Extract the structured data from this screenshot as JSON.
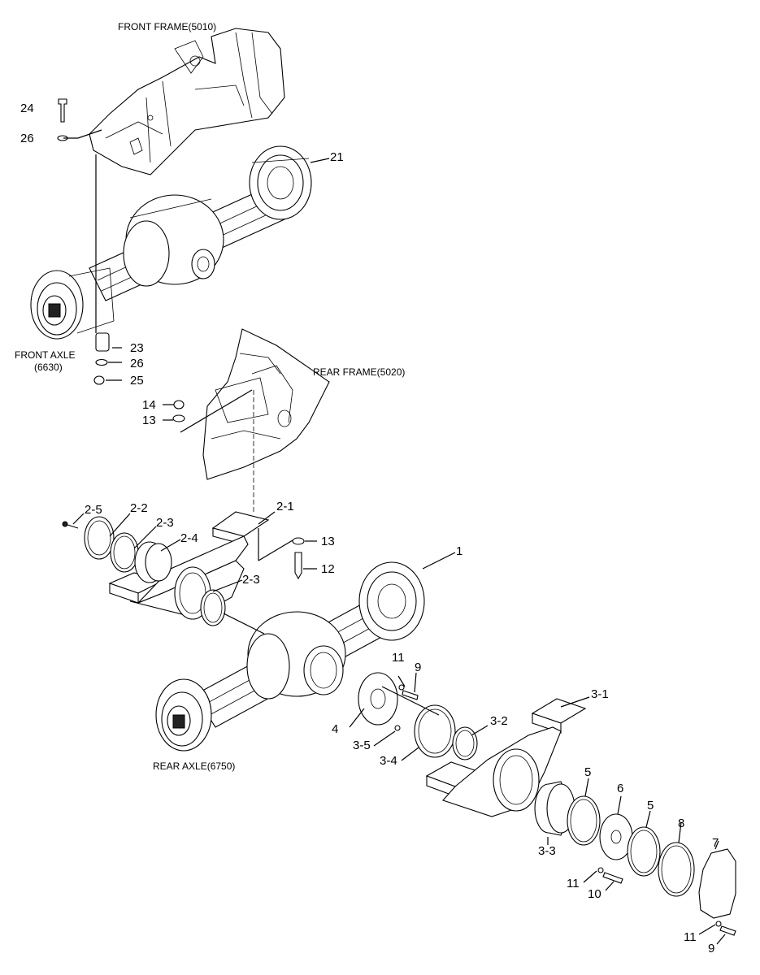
{
  "captions": {
    "front_frame": "FRONT FRAME(5010)",
    "front_axle_line1": "FRONT AXLE",
    "front_axle_line2": "(6630)",
    "rear_frame": "REAR FRAME(5020)",
    "rear_axle": "REAR AXLE(6750)"
  },
  "callouts": {
    "c24": "24",
    "c26a": "26",
    "c21": "21",
    "c23": "23",
    "c26b": "26",
    "c25": "25",
    "c14": "14",
    "c13a": "13",
    "c2_5": "2-5",
    "c2_2": "2-2",
    "c2_3a": "2-3",
    "c2_4": "2-4",
    "c2_1": "2-1",
    "c13b": "13",
    "c12": "12",
    "c1": "1",
    "c2_3b": "2-3",
    "c11a": "11",
    "c9a": "9",
    "c4": "4",
    "c3_5": "3-5",
    "c3_4": "3-4",
    "c3_2": "3-2",
    "c3_1": "3-1",
    "c5a": "5",
    "c6": "6",
    "c5b": "5",
    "c8": "8",
    "c7": "7",
    "c3_3": "3-3",
    "c11b": "11",
    "c10": "10",
    "c11c": "11",
    "c9b": "9"
  }
}
